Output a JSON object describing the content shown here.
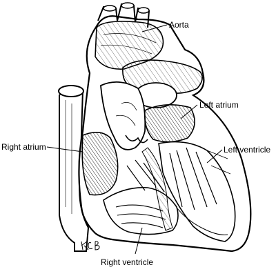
{
  "diagram": {
    "labels": {
      "aorta": "Aorta",
      "left_atrium": "Left atrium",
      "right_atrium": "Right atrium",
      "left_ventricle": "Left ventricle",
      "right_ventricle": "Right ventricle"
    },
    "artist_signature": "KCB"
  },
  "colors": {
    "line": "#000000",
    "background": "#ffffff",
    "hatch": "#333333"
  }
}
